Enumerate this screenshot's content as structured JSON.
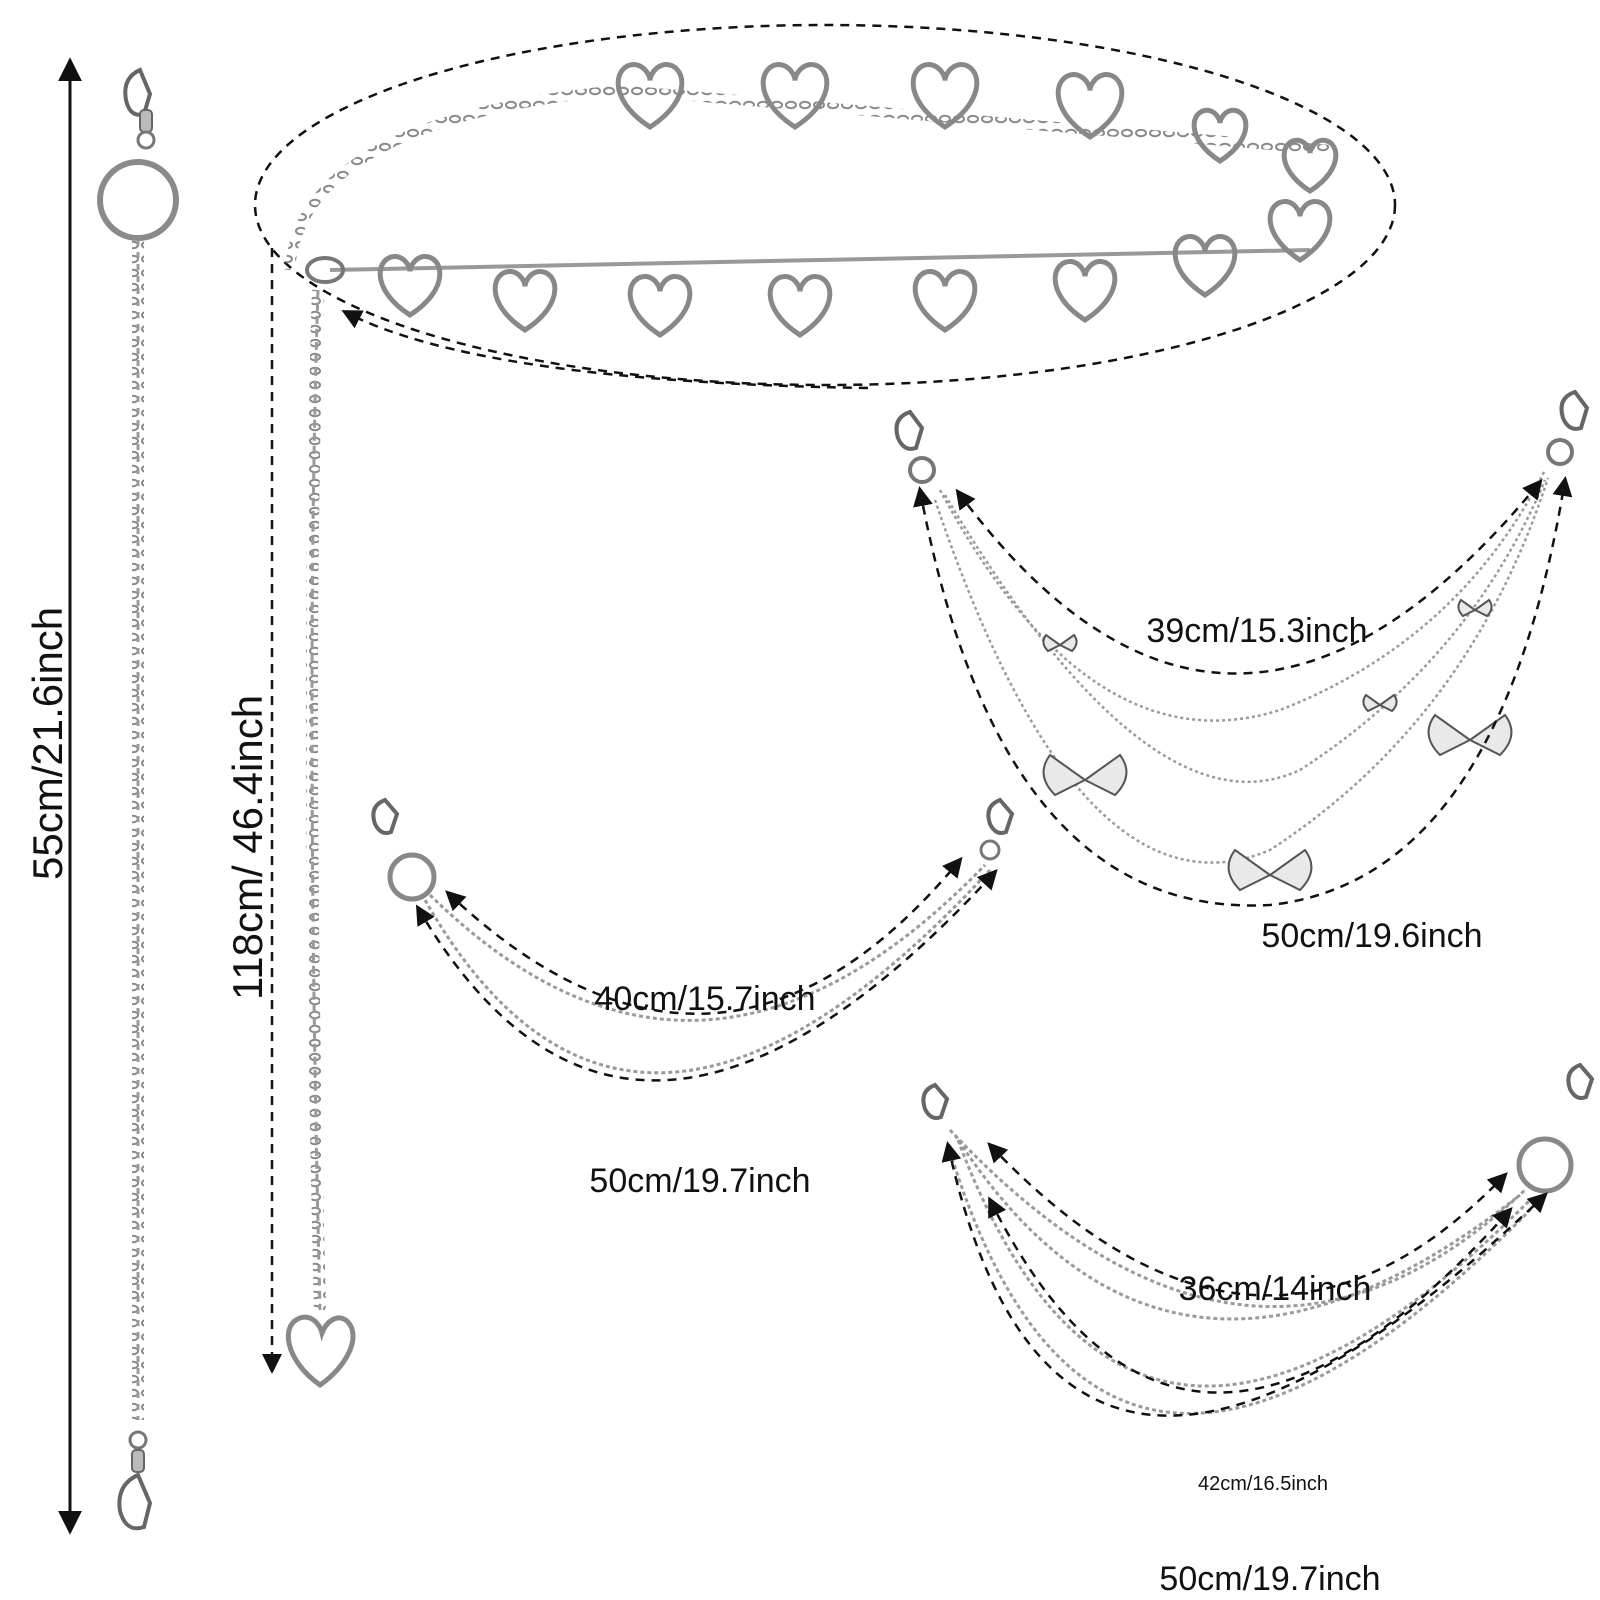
{
  "labels": {
    "single_chain_length": "55cm/21.6inch",
    "heart_belt_tail": "118cm/ 46.4inch",
    "butterfly_inner": "39cm/15.3inch",
    "butterfly_outer": "50cm/19.6inch",
    "double_inner": "40cm/15.7inch",
    "double_outer": "50cm/19.7inch",
    "quad_inner": "36cm/14inch",
    "quad_middle": "42cm/16.5inch",
    "quad_outer": "50cm/19.7inch"
  },
  "colors": {
    "metal": "#9a9a9a",
    "metal_dark": "#555555",
    "dash": "#111111",
    "text": "#111111"
  }
}
